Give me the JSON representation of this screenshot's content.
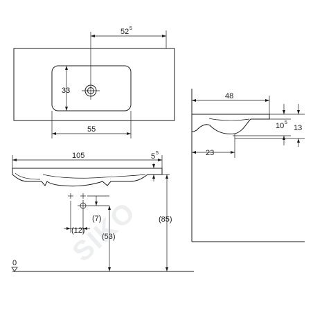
{
  "top_view": {
    "dim_faucet_offset": "52",
    "dim_faucet_offset_sup": "5",
    "dim_bowl_depth": "33",
    "dim_bowl_width": "55"
  },
  "side_view": {
    "dim_depth": "48",
    "dim_rim_thickness": "10",
    "dim_rim_thickness_sup": "5",
    "dim_total_height": "13",
    "dim_drain_offset": "23"
  },
  "front_view": {
    "dim_width": "105",
    "dim_top": "5",
    "dim_top_sup": "5",
    "dim_waste_spacing": "(12)",
    "dim_waste_drop": "(7)",
    "dim_waste_height": "(53)",
    "dim_install_height": "(85)",
    "floor_label": "0"
  },
  "watermark": "SIKO"
}
